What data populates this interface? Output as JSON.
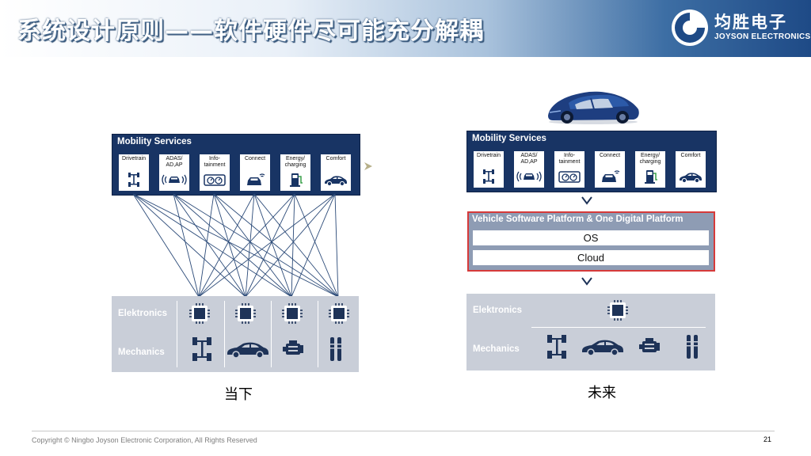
{
  "slide": {
    "title": "系统设计原则——软件硬件尽可能充分解耦",
    "page_number": "21",
    "copyright": "Copyright © Ningbo Joyson Electronic Corporation, All Rights Reserved"
  },
  "logo": {
    "name": "均胜电子",
    "subtitle": "JOYSON ELECTRONICS"
  },
  "left_diagram": {
    "services_title": "Mobility Services",
    "services": [
      {
        "label": "Drivetrain",
        "icon": "drivetrain-icon"
      },
      {
        "label": "ADAS/\nAD,AP",
        "icon": "adas-car-icon"
      },
      {
        "label": "Info-\ntainment",
        "icon": "dashboard-icon"
      },
      {
        "label": "Connect",
        "icon": "connected-car-icon"
      },
      {
        "label": "Energy/\ncharging",
        "icon": "charging-station-icon"
      },
      {
        "label": "Comfort",
        "icon": "car-comfort-icon"
      }
    ],
    "electronics_label": "Elektronics",
    "mechanics_label": "Mechanics",
    "caption": "当下"
  },
  "right_diagram": {
    "services_title": "Mobility Services",
    "services": [
      {
        "label": "Drivetrain",
        "icon": "drivetrain-icon"
      },
      {
        "label": "ADAS/\nAD,AP",
        "icon": "adas-car-icon"
      },
      {
        "label": "Info-\ntainment",
        "icon": "dashboard-icon"
      },
      {
        "label": "Connect",
        "icon": "connected-car-icon"
      },
      {
        "label": "Energy/\ncharging",
        "icon": "charging-station-icon"
      },
      {
        "label": "Comfort",
        "icon": "car-comfort-icon"
      }
    ],
    "platform_title": "Vehicle Software Platform & One Digital Platform",
    "platform_rows": [
      "OS",
      "Cloud"
    ],
    "electronics_label": "Elektronics",
    "mechanics_label": "Mechanics",
    "caption": "未来"
  },
  "colors": {
    "navy": "#183464",
    "hardware_bg": "#c9ced8",
    "platform_bg": "#8e9cb4",
    "platform_border": "#d63a3a",
    "connection_line": "#2b4a78"
  }
}
